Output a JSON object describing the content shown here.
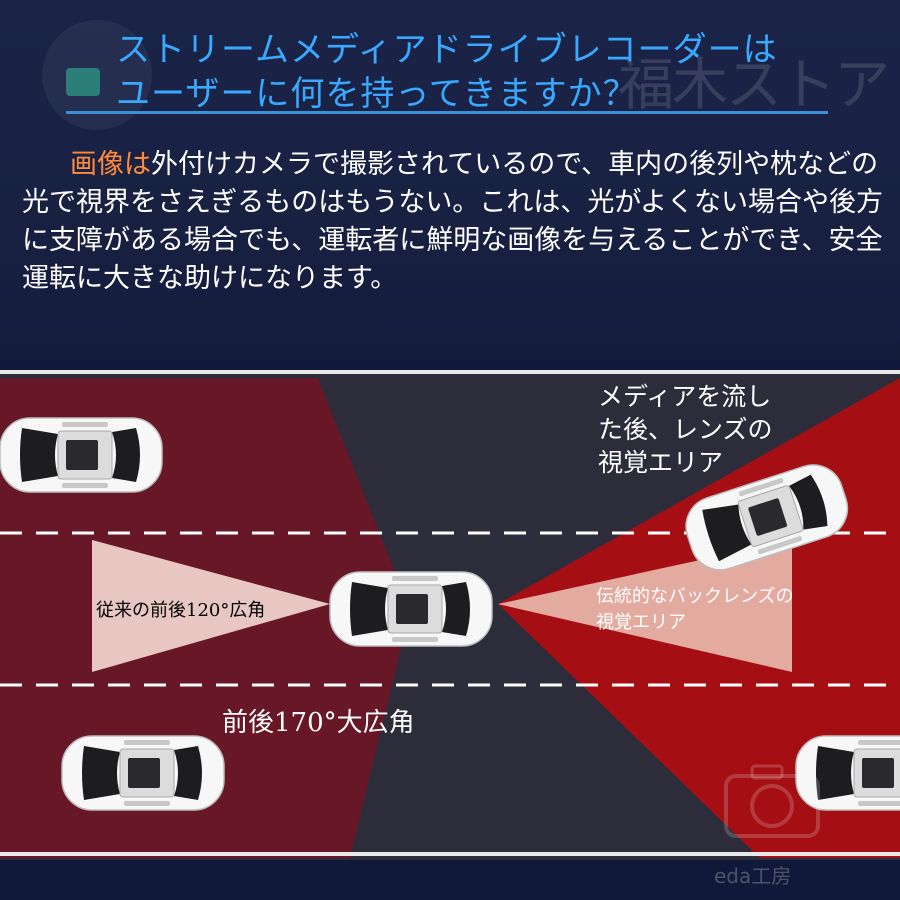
{
  "header": {
    "title_line1": "ストリームメディアドライブレコーダーは",
    "title_line2": "ユーザーに何を持ってきますか？",
    "body_highlight": "画像は",
    "body_rest": "外付けカメラで撮影されているので、車内の後列や枕などの光で視界をさえぎるものはもうない。これは、光がよくない場合や後方に支障がある場合でも、運転者に鮮明な画像を与えることができ、安全運転に大きな助けになります。",
    "watermark": "福木ストア"
  },
  "diagram": {
    "media_label": "メディアを流した後、レンズの視覚エリア",
    "traditional_label": "伝統的なバックレンズの視覚エリア",
    "conventional_label": "従来の前後120°広角",
    "wide_label": "前後170°大広角"
  },
  "footer": {
    "watermark": "eda工房"
  },
  "colors": {
    "title": "#38a9ff",
    "highlight": "#ff8a3a",
    "dark_red_zone": "#6a1625",
    "bright_red_zone": "#a50f14",
    "road": "#2c2c3a"
  },
  "icons": [
    "square-bullet-icon",
    "camera-watermark-icon"
  ]
}
